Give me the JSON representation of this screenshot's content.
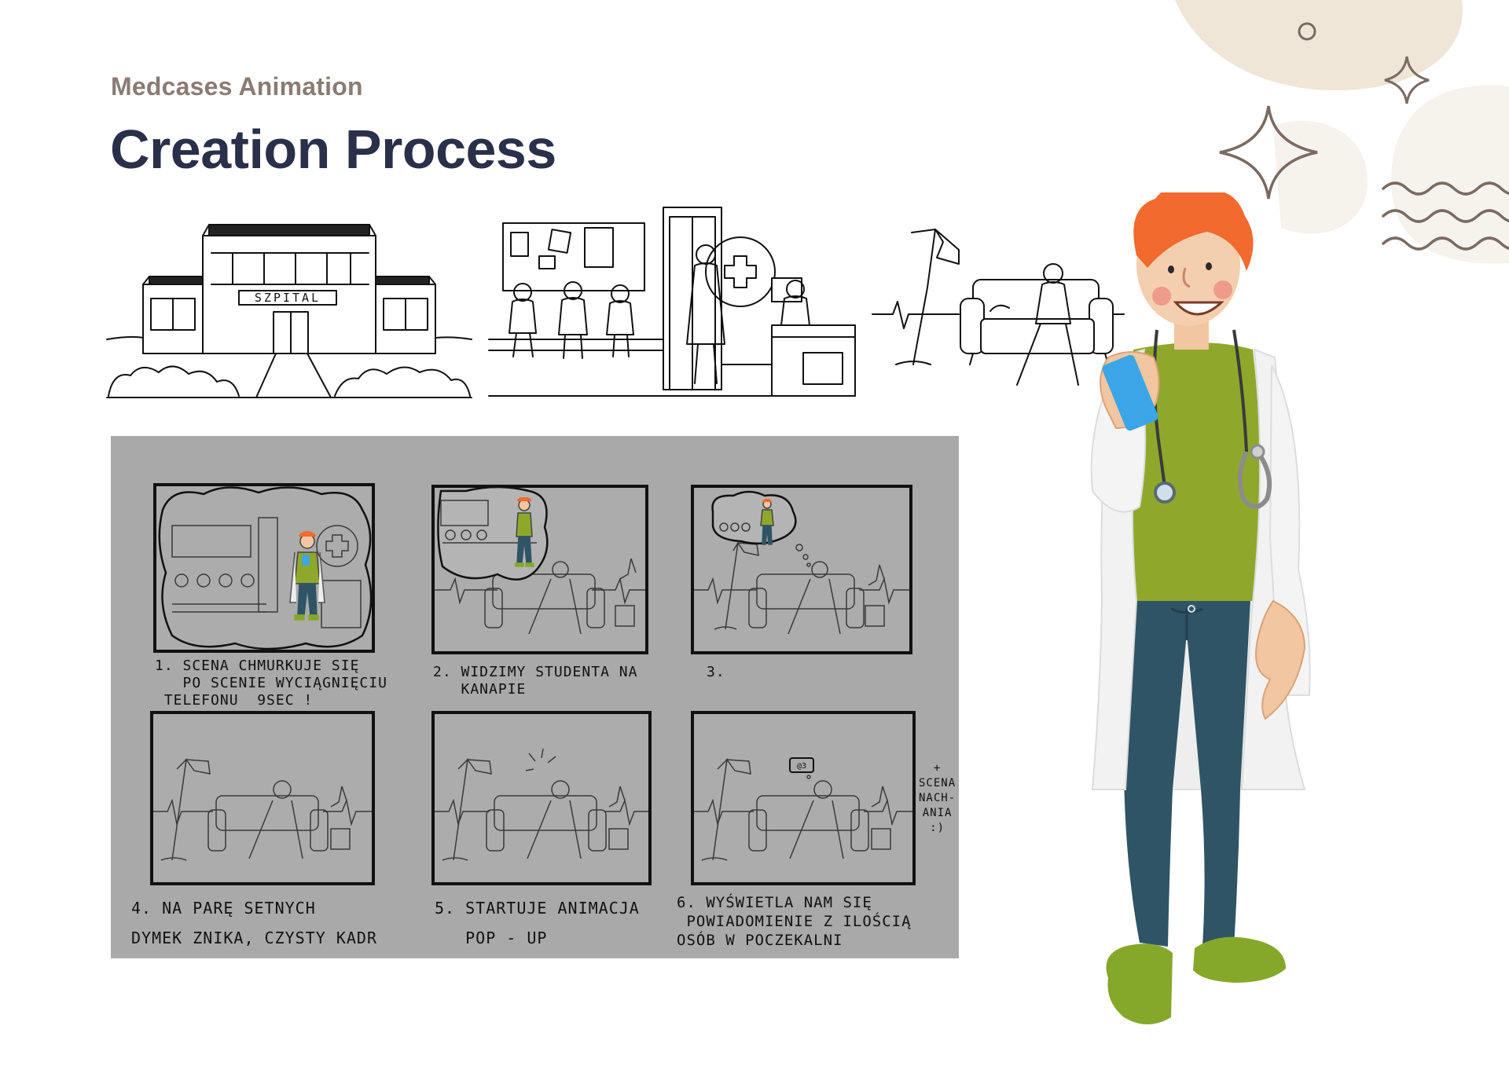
{
  "header": {
    "eyebrow": "Medcases Animation",
    "title": "Creation Process"
  },
  "scenes": {
    "hospital_sign": "SZPITAL"
  },
  "storyboard": {
    "panels": [
      {
        "caption": "1. SCENA CHMURKUJE SIĘ\n   PO SCENIE WYCIĄGNIĘCIU\n TELEFONU  9SEC !"
      },
      {
        "caption": "2. WIDZIMY STUDENTA NA\n   KANAPIE"
      },
      {
        "caption": "3."
      },
      {
        "caption": "4. NA PARĘ SETNYCH\nDYMEK ZNIKA, CZYSTY KADR"
      },
      {
        "caption": "5. STARTUJE ANIMACJA\n   POP - UP"
      },
      {
        "caption": "6. WYŚWIETLA NAM SIĘ\n POWIADOMIENIE Z ILOŚCIĄ\nOSÓB W POCZEKALNI"
      }
    ],
    "side_note": "+\nSCENA\nNACH-\nANIA\n:)",
    "bubble_text": "@3"
  },
  "colors": {
    "title": "#2a2f4a",
    "eyebrow": "#8a7b73",
    "hair": "#f26a2e",
    "shirt": "#8fa82b",
    "pants": "#2f5466",
    "coat": "#eeeeee",
    "phone": "#3aa6e8",
    "slipper": "#86a82a",
    "blob": "#efe6d8",
    "board": "#a9a9a9"
  },
  "icons": [
    "circle-outline-icon",
    "sparkle-small-icon",
    "sparkle-large-icon",
    "wave-lines-icon"
  ]
}
